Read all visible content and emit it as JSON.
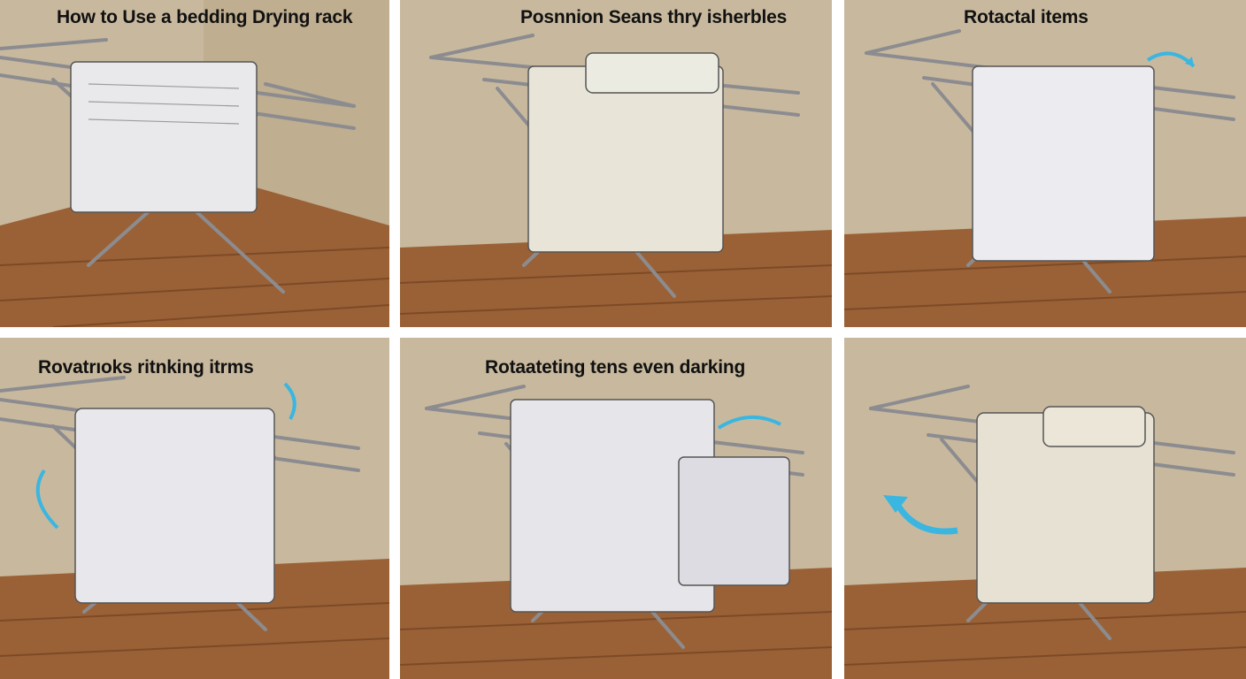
{
  "panels": [
    {
      "caption": "How to Use a bedding Drying rack",
      "arrows": "none",
      "cloth": "#e9e9ec"
    },
    {
      "caption": "Posnnion Seans thry isherbles",
      "arrows": "none",
      "cloth": "#e8e5d8"
    },
    {
      "caption": "Rotactal items",
      "arrows": "curved-arrow-top-right",
      "cloth": "#ececf0"
    },
    {
      "caption": "Rovatrıoks ritnking itrms",
      "arrows": "curved-arrows-left-and-top-right",
      "cloth": "#e8e8ec"
    },
    {
      "caption": "Rotaateting tens even darking",
      "arrows": "curved-arrow-top-right",
      "cloth": "#e6e6ea"
    },
    {
      "caption": "",
      "arrows": "curved-arrow-left",
      "cloth": "#e6e1d2"
    }
  ],
  "colors": {
    "wall": "#c8b99e",
    "wall_shadow": "#b4a586",
    "floor": "#9a6136",
    "floor_dark": "#7d4a26",
    "rack": "#8c8c90",
    "arrow": "#3bb6e0",
    "border": "#ffffff"
  }
}
